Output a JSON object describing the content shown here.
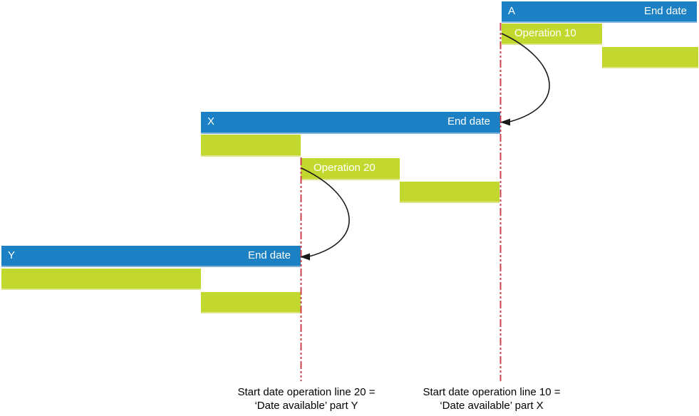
{
  "colors": {
    "bar_blue": "#1B80C4",
    "bar_green": "#C3D82F",
    "dashed_line_red": "#CE4250",
    "connector_black": "#1A1A1A",
    "text_on_bar": "#FFFFFF",
    "caption_text": "#000000"
  },
  "bars": {
    "a": {
      "label": "A",
      "end_date": "End date"
    },
    "x": {
      "label": "X",
      "end_date": "End date"
    },
    "y": {
      "label": "Y",
      "end_date": "End date"
    },
    "operation_10": "Operation 10",
    "operation_20": "Operation 20"
  },
  "captions": {
    "left": {
      "line1": "Start date operation line 20 =",
      "line2": "‘Date available’ part Y"
    },
    "right": {
      "line1": "Start date operation line 10 =",
      "line2": "‘Date available’ part X"
    }
  }
}
